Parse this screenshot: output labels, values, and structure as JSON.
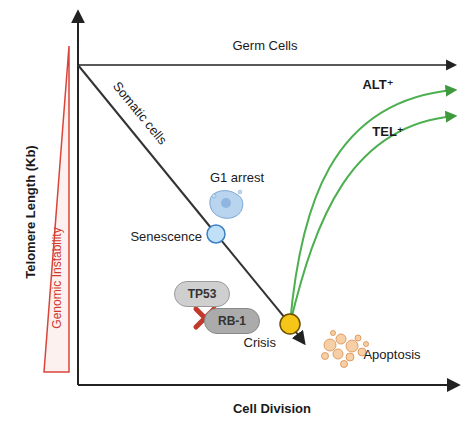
{
  "diagram": {
    "nodes": [
      {
        "text": [
          "Senescence"
        ]
      },
      {
        "text": [
          "TP53"
        ]
      },
      {
        "text": [
          "RB-1"
        ]
      },
      {
        "text": [
          "Crisis"
        ]
      }
    ],
    "edges": [
      {
        "from": 0,
        "to": 3,
        "arrow": "none"
      }
    ],
    "labels": [
      "Telomere Length (Kb)",
      "Genomic Instability",
      "Cell Division",
      "Germ Cells",
      "Somatic cells",
      "G1 arrest",
      "ALT⁺",
      "TEL⁺",
      "Apoptosis"
    ]
  }
}
